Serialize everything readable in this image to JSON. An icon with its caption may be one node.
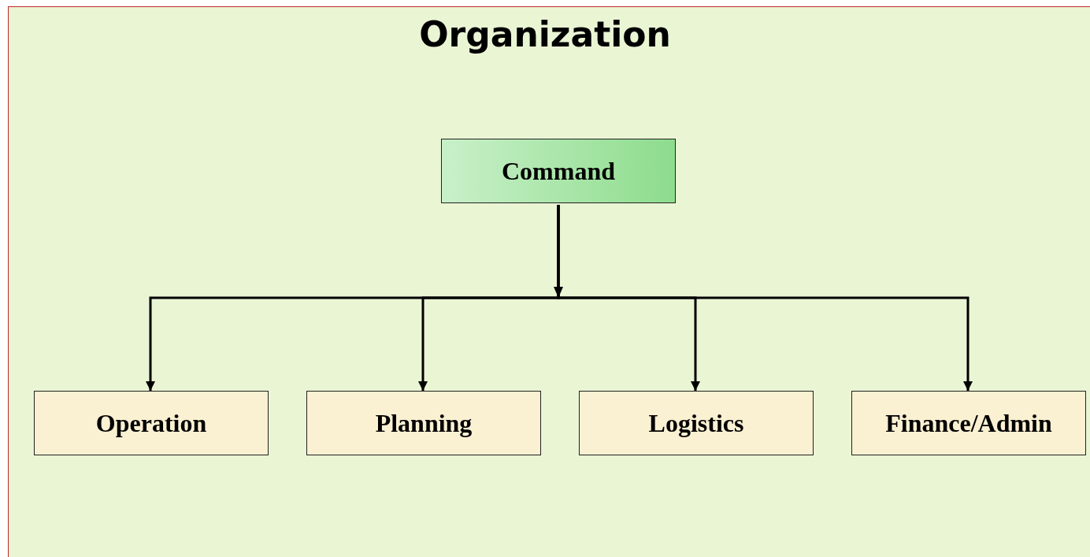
{
  "diagram": {
    "title": "Organization",
    "nodes": [
      {
        "text": [
          "Command"
        ]
      },
      {
        "text": [
          "Operation"
        ]
      },
      {
        "text": [
          "Planning"
        ]
      },
      {
        "text": [
          "Logistics"
        ]
      },
      {
        "text": [
          "Finance/Admin"
        ]
      }
    ],
    "edges": [
      {
        "from": 0,
        "to": 1,
        "arrow": "to"
      },
      {
        "from": 0,
        "to": 2,
        "arrow": "to"
      },
      {
        "from": 0,
        "to": 3,
        "arrow": "to"
      },
      {
        "from": 0,
        "to": 4,
        "arrow": "to"
      }
    ]
  }
}
